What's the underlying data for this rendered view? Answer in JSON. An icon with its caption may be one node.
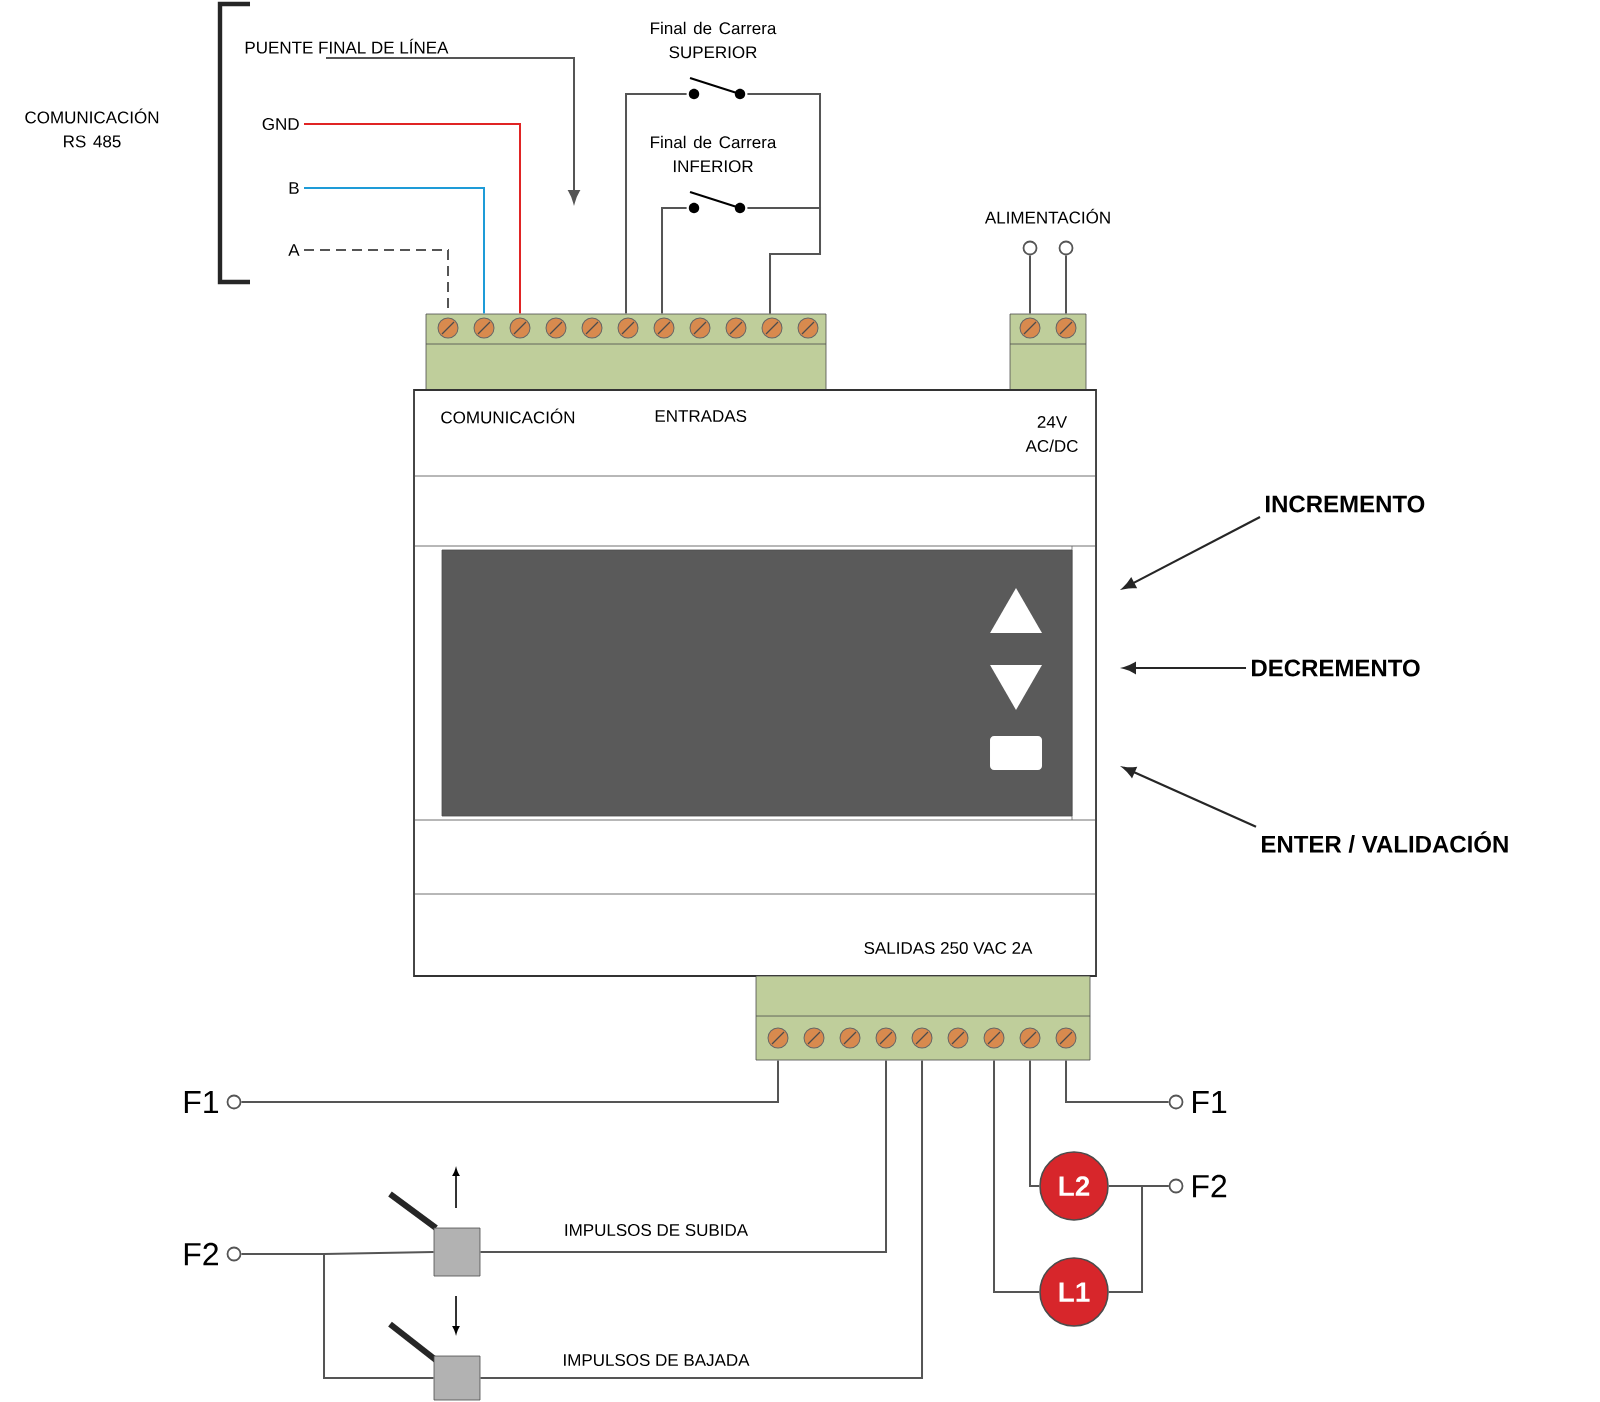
{
  "diagram": {
    "nodes": [
      {
        "text": [
          "PUENTE FINAL DE LÍNEA"
        ]
      },
      {
        "text": [
          "GND"
        ]
      },
      {
        "text": [
          "B"
        ]
      },
      {
        "text": [
          "A"
        ]
      },
      {
        "text": [
          "Final de Carrera SUPERIOR"
        ]
      },
      {
        "text": [
          "Final de Carrera INFERIOR"
        ]
      },
      {
        "text": [
          "ALIMENTACIÓN"
        ]
      },
      {
        "text": [],
        "shape": "box"
      },
      {
        "text": [],
        "shape": "box"
      },
      {
        "text": [
          "COMUNICACIÓN",
          "ENTRADAS",
          "24V AC/DC",
          "SALIDAS 250 VAC 2A"
        ]
      },
      {
        "text": [],
        "shape": "box",
        "in": 9
      },
      {
        "text": [],
        "shape": "triangle",
        "in": 10
      },
      {
        "text": [],
        "shape": "triangle",
        "in": 10
      },
      {
        "text": [],
        "shape": "box",
        "in": 10
      },
      {
        "text": [
          "INCREMENTO"
        ]
      },
      {
        "text": [
          "DECREMENTO"
        ]
      },
      {
        "text": [
          "ENTER / VALIDACIÓN"
        ]
      },
      {
        "text": [],
        "shape": "box"
      },
      {
        "text": [
          "F1"
        ]
      },
      {
        "text": [
          "F2"
        ]
      },
      {
        "text": [],
        "shape": "button"
      },
      {
        "text": [],
        "shape": "button"
      },
      {
        "text": [
          "F1"
        ]
      },
      {
        "text": [
          "F2"
        ]
      },
      {
        "text": [
          "L2"
        ]
      },
      {
        "text": [
          "L1"
        ]
      }
    ],
    "edges": [
      {
        "from": 0,
        "to": null,
        "arrow": "to"
      },
      {
        "from": 1,
        "to": 7,
        "arrow": "none",
        "color": "#e02424"
      },
      {
        "from": 2,
        "to": 7,
        "arrow": "none",
        "color": "#1e9bd7"
      },
      {
        "from": 3,
        "to": 7,
        "arrow": "none",
        "style": "dashed"
      },
      {
        "from": 4,
        "to": 7,
        "arrow": "none"
      },
      {
        "from": 5,
        "to": 7,
        "arrow": "none"
      },
      {
        "from": 4,
        "to": 7,
        "arrow": "none"
      },
      {
        "from": 5,
        "to": 7,
        "arrow": "none"
      },
      {
        "from": 6,
        "to": 8,
        "arrow": "none"
      },
      {
        "from": 6,
        "to": 8,
        "arrow": "none"
      },
      {
        "from": 18,
        "to": 17,
        "arrow": "none"
      },
      {
        "from": 19,
        "to": 20,
        "arrow": "none"
      },
      {
        "from": 19,
        "to": 21,
        "arrow": "none"
      },
      {
        "from": 20,
        "to": 17,
        "arrow": "none",
        "label": "IMPULSOS DE SUBIDA"
      },
      {
        "from": 21,
        "to": 17,
        "arrow": "none",
        "label": "IMPULSOS DE BAJADA"
      },
      {
        "from": 17,
        "to": 22,
        "arrow": "none"
      },
      {
        "from": 17,
        "to": 24,
        "arrow": "none"
      },
      {
        "from": 17,
        "to": 25,
        "arrow": "none"
      },
      {
        "from": 24,
        "to": 23,
        "arrow": "none"
      },
      {
        "from": 25,
        "to": 23,
        "arrow": "none"
      },
      {
        "from": 14,
        "to": null,
        "arrow": "to"
      },
      {
        "from": 15,
        "to": null,
        "arrow": "to"
      },
      {
        "from": 16,
        "to": null,
        "arrow": "to"
      }
    ],
    "labels": [
      "COMUNICACIÓN RS 485"
    ]
  }
}
